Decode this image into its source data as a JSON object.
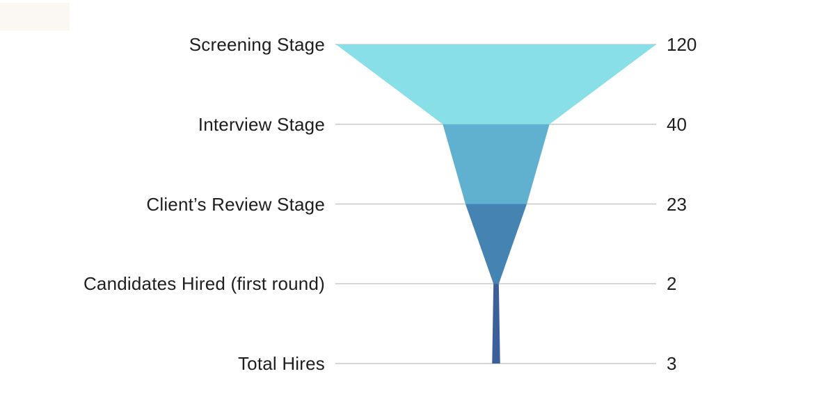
{
  "page": {
    "background_color": "#ffffff",
    "watermark_patch_color": "#fbf8f1"
  },
  "chart_data": {
    "type": "funnel",
    "orientation": "vertical-top-down",
    "title": "",
    "categories": [
      "Screening Stage",
      "Interview Stage",
      "Client’s Review Stage",
      "Candidates Hired (first round)",
      "Total Hires"
    ],
    "values": [
      120,
      40,
      23,
      2,
      3
    ],
    "value_labels": [
      "120",
      "40",
      "23",
      "2",
      "3"
    ],
    "max_value": 120,
    "segment_colors": [
      "#89DFE7",
      "#60B0D0",
      "#4583B3",
      "#3C5F9C"
    ],
    "gridline_color": "#C8C8C8",
    "text_color": "#1E1E1E",
    "grid": true,
    "legend": false
  }
}
